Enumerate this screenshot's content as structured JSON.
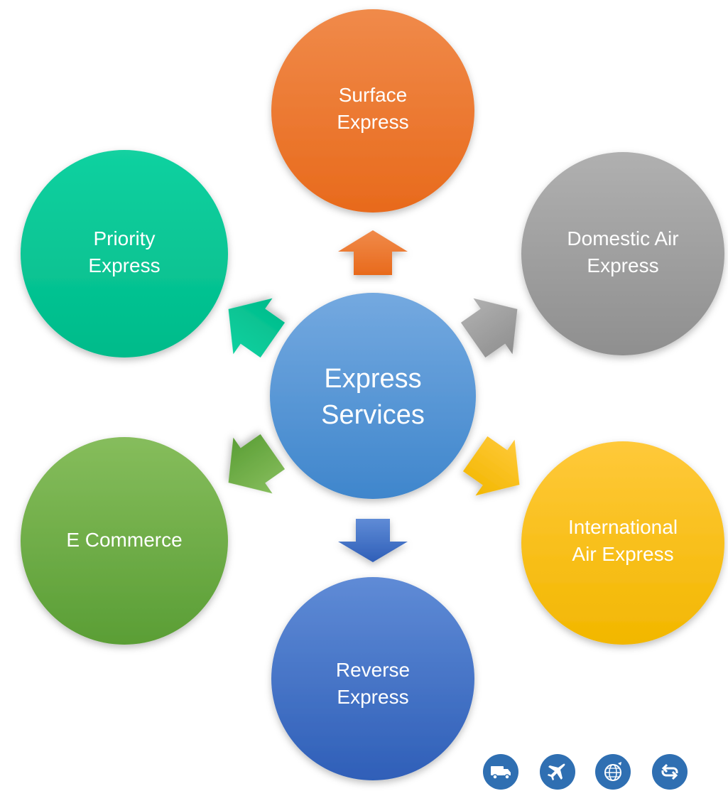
{
  "center": {
    "line1": "Express",
    "line2": "Services"
  },
  "nodes": {
    "surface": {
      "line1": "Surface",
      "line2": "Express"
    },
    "domestic": {
      "line1": "Domestic Air",
      "line2": "Express"
    },
    "international": {
      "line1": "International",
      "line2": "Air Express"
    },
    "reverse": {
      "line1": "Reverse",
      "line2": "Express"
    },
    "ecommerce": {
      "line1": "E Commerce"
    },
    "priority": {
      "line1": "Priority",
      "line2": "Express"
    }
  },
  "icons": [
    "truck-icon",
    "airplane-icon",
    "globe-icon",
    "return-arrows-icon"
  ],
  "colors": {
    "center": "#5b9bd5",
    "surface": "#ed7d31",
    "domestic": "#a5a5a5",
    "international": "#ffc000",
    "reverse": "#4472c4",
    "ecommerce": "#70ad47",
    "priority": "#00c896",
    "icon_badge": "#2f6fb2"
  }
}
